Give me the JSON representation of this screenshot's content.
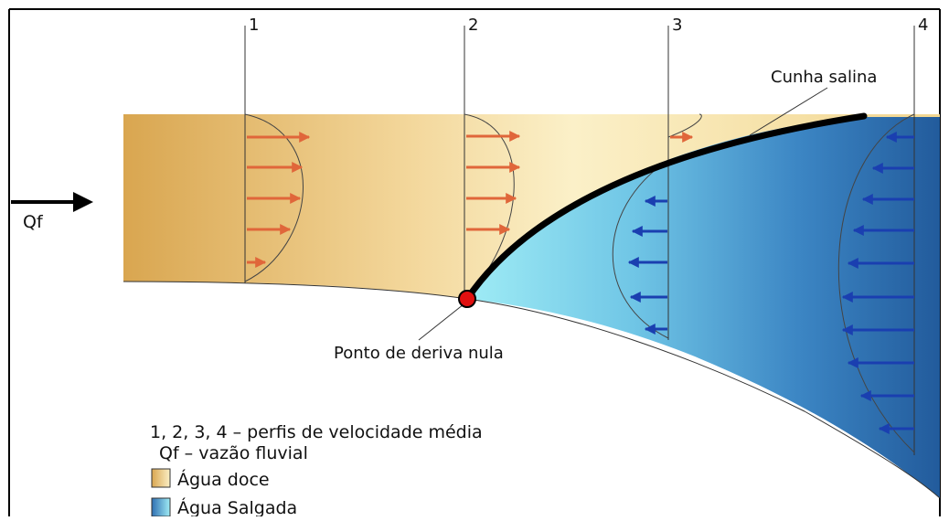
{
  "profiles": {
    "labels": [
      "1",
      "2",
      "3",
      "4"
    ]
  },
  "labels": {
    "flow": "Qf",
    "salt_wedge": "Cunha salina",
    "null_drift_point": "Ponto de deriva nula"
  },
  "legend": {
    "line1": "1, 2, 3, 4 – perfis de velocidade média",
    "line2": "Qf – vazão fluvial",
    "fresh_water": "Água doce",
    "salt_water": "Água Salgada"
  },
  "colors": {
    "fresh_water": "#e9c070",
    "salt_water": "#2f6fb2",
    "fresh_arrows": "#e0663a",
    "salt_arrows": "#1a3fb0",
    "null_point": "#e01010"
  }
}
